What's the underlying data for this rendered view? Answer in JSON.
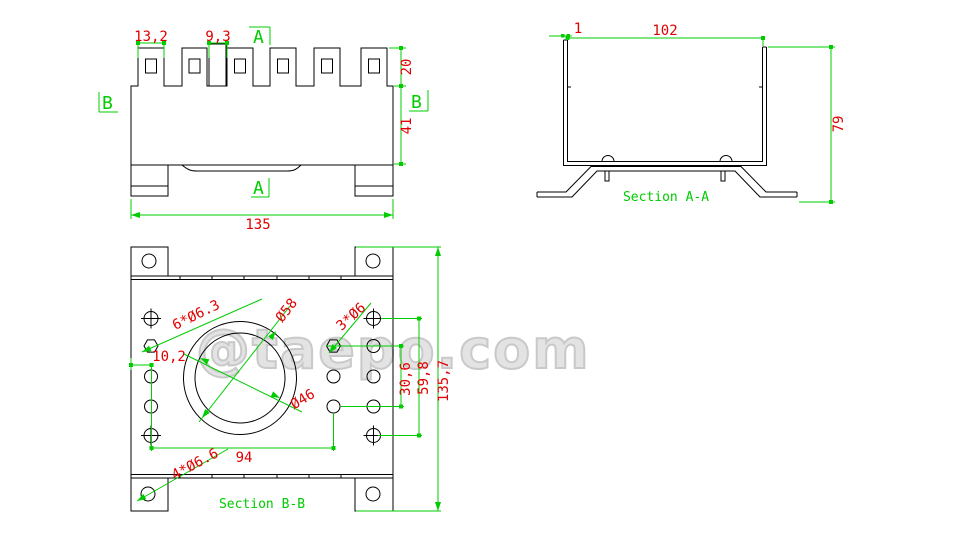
{
  "watermark": "@taepo.com",
  "colors": {
    "line": "#000000",
    "dimension": "#00cc00",
    "dim_text": "#e00000"
  },
  "front_view": {
    "marker_a_top": "A",
    "marker_a_bottom": "A",
    "marker_b_left": "B",
    "marker_b_right": "B",
    "dims": {
      "tooth_width": "13,2",
      "slot_width": "9,3",
      "tooth_height": "20",
      "body_height": "41",
      "total_width": "135"
    }
  },
  "section_aa": {
    "title": "Section A-A",
    "dims": {
      "wall_thickness": "1",
      "inner_width": "102",
      "total_height": "79"
    }
  },
  "section_bb": {
    "title": "Section B-B",
    "dims": {
      "holes_six": "6*Ø6.3",
      "outer_circle": "Ø58",
      "holes_three": "3*Ø6",
      "edge_offset": "10,2",
      "row_span": "30,6",
      "col_span": "59,8",
      "total_height": "135,7",
      "inner_circle": "Ø46",
      "hole_spacing": "94",
      "corner_holes": "4*Ø6.6"
    }
  }
}
